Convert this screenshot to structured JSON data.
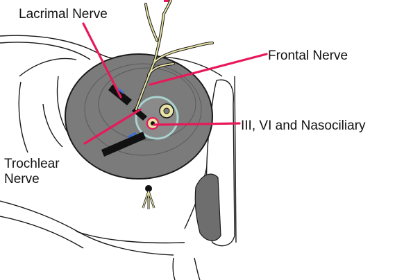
{
  "labels": {
    "lacrimal": "Lacrimal Nerve",
    "frontal": "Frontal Nerve",
    "nasociliary": "III, VI and Nasociliary",
    "trochlear_line1": "Trochlear",
    "trochlear_line2": "Nerve"
  },
  "colors": {
    "leader": "#e8195a",
    "orbit_fill": "#7b7b7b",
    "nerve_fill": "#e9e4a6",
    "outline": "#1a1a1a",
    "accent_red": "#e8195a"
  }
}
